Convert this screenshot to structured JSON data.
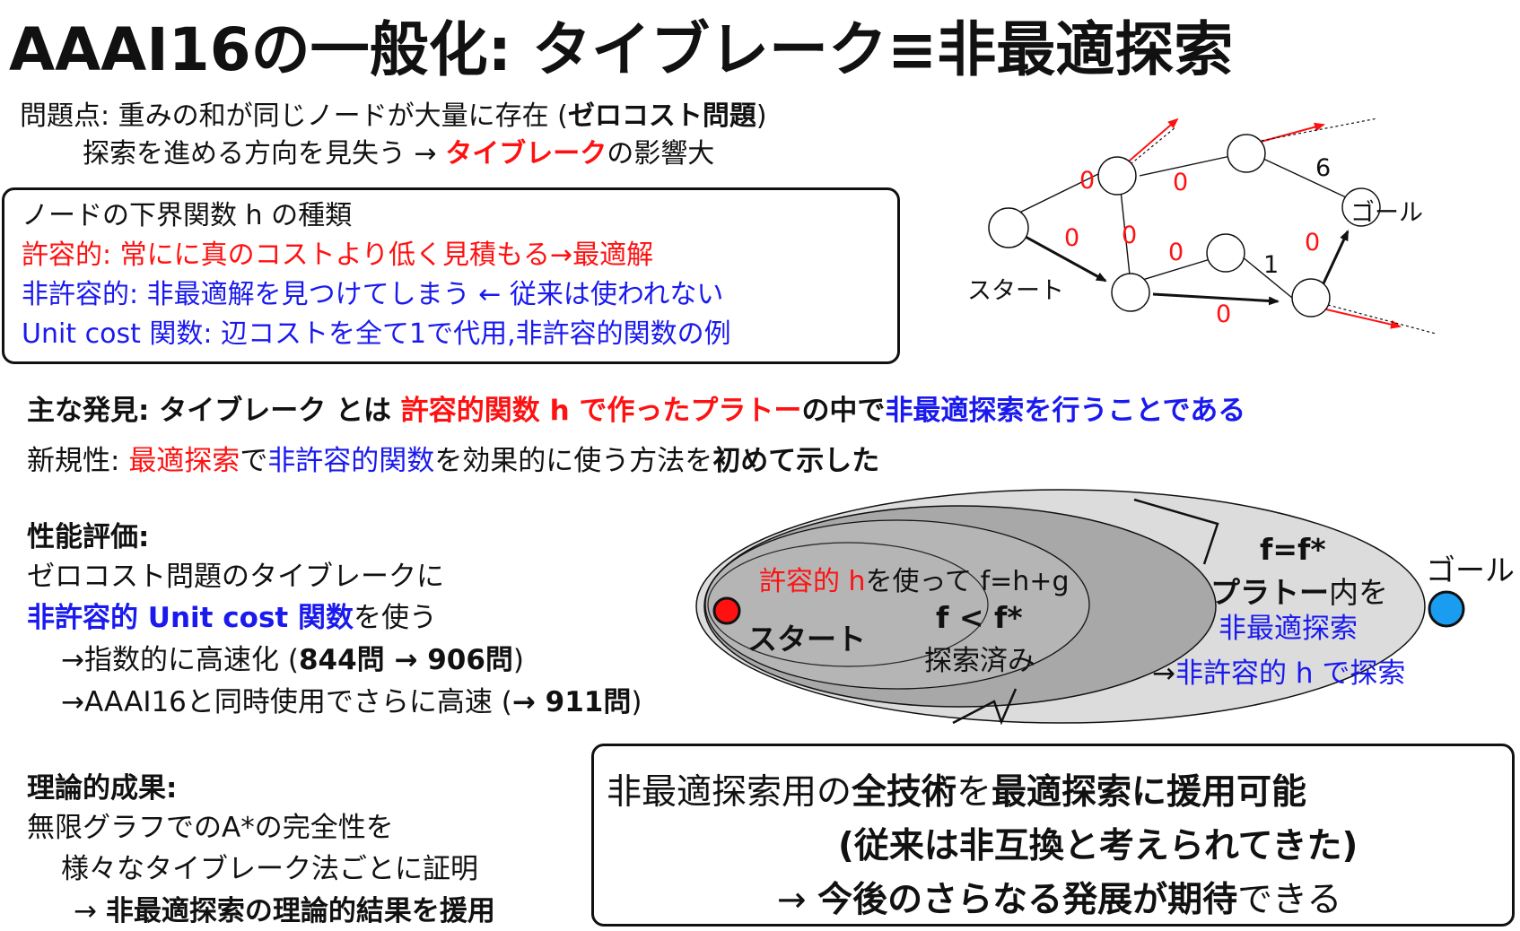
{
  "title": "AAAI16の一般化: タイブレーク≡非最適探索",
  "problem": {
    "line1_prefix": "問題点: 重みの和が同じノードが大量に存在 (",
    "line1_bold": "ゼロコスト問題",
    "line1_suffix": ")",
    "line2_prefix": "探索を進める方向を見失う → ",
    "line2_red": "タイブレーク",
    "line2_suffix": "の影響大"
  },
  "h_types": {
    "heading": "ノードの下界関数 h の種類",
    "admissible": "許容的:    常にに真のコストより低く見積もる→最適解",
    "inadmissible": "非許容的: 非最適解を見つけてしまう ← 従来は使われない",
    "unit_cost": "Unit cost 関数: 辺コストを全て1で代用,非許容的関数の例"
  },
  "graph": {
    "start_label": "スタート",
    "goal_label": "ゴール",
    "edge_labels": [
      "0",
      "0",
      "0",
      "0",
      "0",
      "0",
      "0",
      "6",
      "1"
    ],
    "edge_color_zero": "#ff1111"
  },
  "finding": {
    "prefix": "主な発見: タイブレーク とは ",
    "red": "許容的関数 h で作ったプラトー",
    "mid": "の中で",
    "blue": "非最適探索を行うことである"
  },
  "novelty": {
    "prefix": "新規性: ",
    "red": "最適探索",
    "mid1": "で",
    "blue": "非許容的関数",
    "mid2": "を効果的に使う方法を",
    "bold": "初めて示した"
  },
  "performance": {
    "heading": "性能評価:",
    "line1": "ゼロコスト問題のタイブレークに",
    "line2_blue": "非許容的 Unit cost 関数",
    "line2_suffix": "を使う",
    "line3_prefix": "→指数的に高速化 (",
    "line3_bold": "844問 → 906問",
    "line3_suffix": ")",
    "line4_prefix": "→AAAI16と同時使用でさらに高速 (",
    "line4_bold": "→ 911問",
    "line4_suffix": ")"
  },
  "ellipse_diagram": {
    "admissible_text_red": "許容的 h",
    "admissible_text_rest": "を使って f=h+g",
    "start_label": "スタート",
    "f_less": "f < f*",
    "explored": "探索済み",
    "f_equal": "f=f*",
    "plateau_bold": "プラトー",
    "plateau_rest": "内を",
    "suboptimal": "非最適探索",
    "inadmissible_prefix": "→",
    "inadmissible_blue": "非許容的 h で探索",
    "goal_label": "ゴール",
    "start_color": "#ff1111",
    "goal_color": "#1a9cf0"
  },
  "theory": {
    "heading": "理論的成果:",
    "line1": "無限グラフでのA*の完全性を",
    "line2": "様々なタイブレーク法ごとに証明",
    "line3_prefix": "→ ",
    "line3_bold": "非最適探索の理論的結果を援用"
  },
  "conclusion": {
    "line1_a": "非最適探索用の",
    "line1_b": "全技術",
    "line1_c": "を",
    "line1_d": "最適探索に援用可能",
    "line2": "(従来は非互換と考えられてきた)",
    "line3_a": "→ ",
    "line3_b": "今後のさらなる発展が期待",
    "line3_c": "できる"
  }
}
